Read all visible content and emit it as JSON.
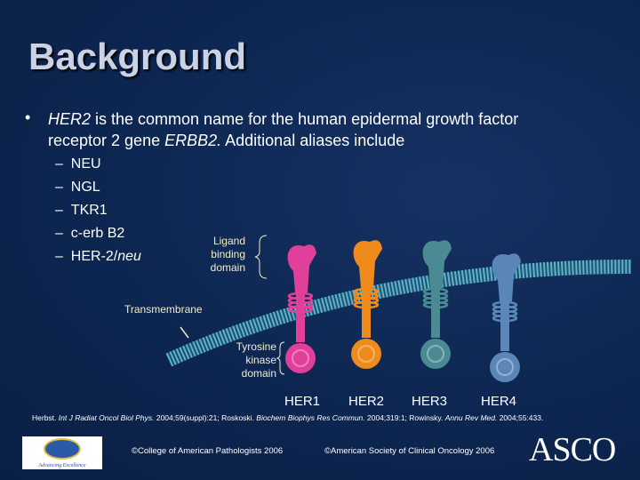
{
  "title": "Background",
  "bullet": {
    "marker": "•",
    "italic1": "HER2",
    "text1": " is the common name for the human epidermal growth factor",
    "line2": "receptor 2 gene ",
    "italic2": "ERBB2.",
    "text2": " Additional aliases include"
  },
  "aliases": [
    "NEU",
    "NGL",
    "TKR1",
    "c-erb B2"
  ],
  "alias_last": {
    "text": "HER-2/",
    "italic": "neu"
  },
  "dash": "–",
  "diagram": {
    "ligand_label": [
      "Ligand",
      "binding",
      "domain"
    ],
    "transmembrane_label": "Transmembrane",
    "kinase_label": [
      "Tyrosine",
      "kinase",
      "domain"
    ],
    "receptors": [
      {
        "name": "HER1",
        "color": "#e0409a"
      },
      {
        "name": "HER2",
        "color": "#ef8a1c"
      },
      {
        "name": "HER3",
        "color": "#4b8a92"
      },
      {
        "name": "HER4",
        "color": "#5a86b8"
      }
    ],
    "membrane_color": "#7fd0e0"
  },
  "references": {
    "a": "Herbst. ",
    "a_j": "Int J Radiat Oncol Biol Phys.",
    "a_r": " 2004;59(suppl):21; Roskoski. ",
    "b_j": "Biochem Biophys Res Commun.",
    "b_r": " 2004;319:1; Rowinsky. ",
    "c_j": "Annu Rev Med.",
    "c_r": " 2004;55:433."
  },
  "footer": {
    "cap_copyright": "©College of American Pathologists 2006",
    "asco_copyright": "©American Society of Clinical Oncology 2006",
    "cap_logo_text": "Advancing Excellence",
    "asco_logo": "ASCO"
  }
}
